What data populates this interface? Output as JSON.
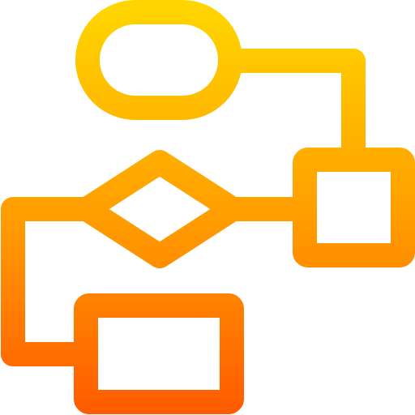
{
  "icon": {
    "name": "flowchart-icon",
    "gradient": {
      "top_color": "#FFD700",
      "middle_color": "#FF9A00",
      "bottom_color": "#FF5A00"
    },
    "background_color": "#FFFFFF",
    "elements": [
      {
        "kind": "terminal",
        "name": "start-terminal-shape"
      },
      {
        "kind": "process",
        "name": "process-box-right"
      },
      {
        "kind": "decision",
        "name": "decision-diamond"
      },
      {
        "kind": "process",
        "name": "process-box-bottom"
      }
    ]
  }
}
